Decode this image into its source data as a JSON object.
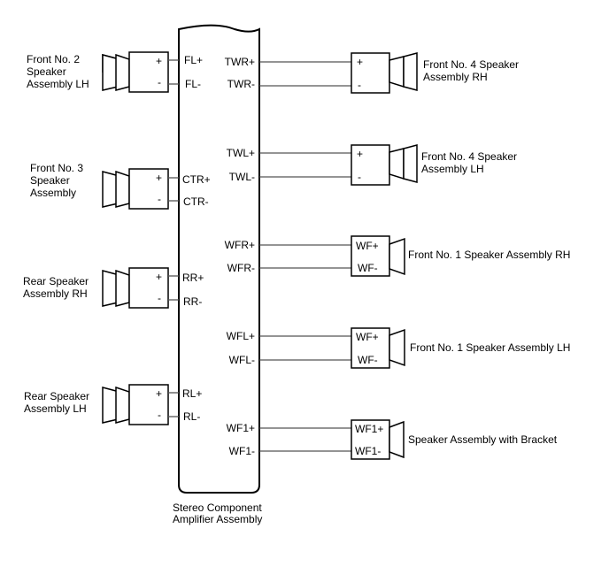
{
  "amplifier": {
    "name_line1": "Stereo Component",
    "name_line2": "Amplifier Assembly",
    "left_pins": [
      "FL+",
      "FL-",
      "CTR+",
      "CTR-",
      "RR+",
      "RR-",
      "RL+",
      "RL-"
    ],
    "right_pins": [
      "TWR+",
      "TWR-",
      "TWL+",
      "TWL-",
      "WFR+",
      "WFR-",
      "WFL+",
      "WFL-",
      "WF1+",
      "WF1-"
    ]
  },
  "left_speakers": [
    {
      "label_lines": [
        "Front No. 2",
        "Speaker",
        "Assembly LH"
      ],
      "terminals": [
        "+",
        "-"
      ],
      "pins": [
        "FL+",
        "FL-"
      ]
    },
    {
      "label_lines": [
        "Front No. 3",
        "Speaker",
        "Assembly"
      ],
      "terminals": [
        "+",
        "-"
      ],
      "pins": [
        "CTR+",
        "CTR-"
      ]
    },
    {
      "label_lines": [
        "Rear Speaker",
        "Assembly RH"
      ],
      "terminals": [
        "+",
        "-"
      ],
      "pins": [
        "RR+",
        "RR-"
      ]
    },
    {
      "label_lines": [
        "Rear Speaker",
        "Assembly LH"
      ],
      "terminals": [
        "+",
        "-"
      ],
      "pins": [
        "RL+",
        "RL-"
      ]
    }
  ],
  "right_speakers": [
    {
      "label_lines": [
        "Front No. 4 Speaker",
        "Assembly RH"
      ],
      "terminals": [
        "+",
        "-"
      ],
      "pins": [
        "TWR+",
        "TWR-"
      ],
      "cones": 2
    },
    {
      "label_lines": [
        "Front No. 4 Speaker",
        "Assembly LH"
      ],
      "terminals": [
        "+",
        "-"
      ],
      "pins": [
        "TWL+",
        "TWL-"
      ],
      "cones": 2
    },
    {
      "label_lines": [
        "Front No. 1 Speaker Assembly RH"
      ],
      "terminals": [
        "WF+",
        "WF-"
      ],
      "pins": [
        "WFR+",
        "WFR-"
      ],
      "cones": 1
    },
    {
      "label_lines": [
        "Front No. 1 Speaker Assembly LH"
      ],
      "terminals": [
        "WF+",
        "WF-"
      ],
      "pins": [
        "WFL+",
        "WFL-"
      ],
      "cones": 1
    },
    {
      "label_lines": [
        "Speaker Assembly with Bracket"
      ],
      "terminals": [
        "WF1+",
        "WF1-"
      ],
      "pins": [
        "WF1+",
        "WF1-"
      ],
      "cones": 1
    }
  ]
}
